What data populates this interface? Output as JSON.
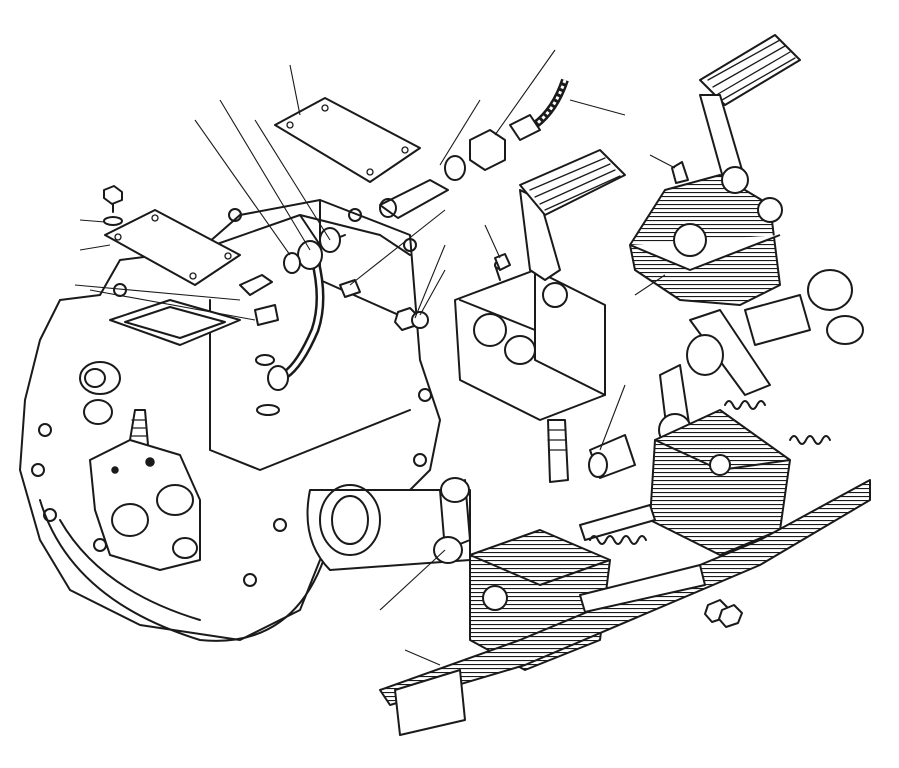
{
  "figure": {
    "ink_color": "#1a1a1a",
    "paper_color": "#ffffff",
    "style": "exploded technical line drawing"
  },
  "parts": [
    {
      "id": "transmission-housing"
    },
    {
      "id": "top-cover-plate"
    },
    {
      "id": "side-cover-plate"
    },
    {
      "id": "oil-pipe"
    },
    {
      "id": "banjo-fittings"
    },
    {
      "id": "bolts"
    },
    {
      "id": "washers"
    },
    {
      "id": "fuel-hose"
    },
    {
      "id": "hose-nut"
    },
    {
      "id": "union-fitting"
    },
    {
      "id": "left-pedal-valve"
    },
    {
      "id": "right-pedal-valve"
    },
    {
      "id": "pedal-frame"
    },
    {
      "id": "return-springs"
    },
    {
      "id": "lever-arms"
    },
    {
      "id": "valve-block"
    }
  ]
}
